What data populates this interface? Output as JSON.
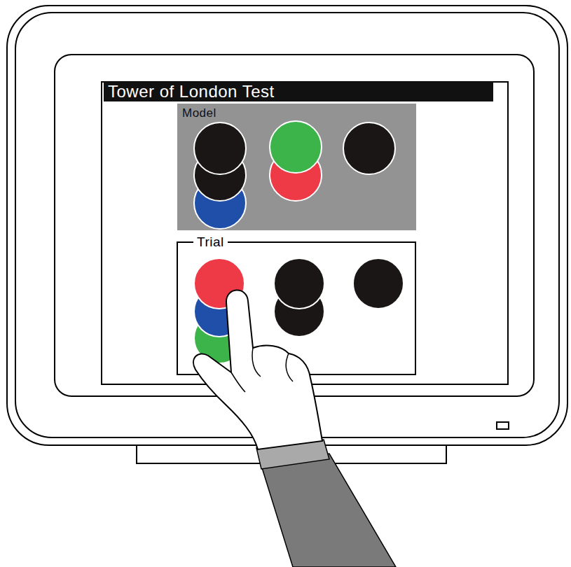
{
  "diagram": {
    "title": "Tower of London Test",
    "nodes": [
      {
        "text": [
          "Model"
        ]
      },
      {
        "text": [
          "Trial"
        ]
      }
    ]
  }
}
